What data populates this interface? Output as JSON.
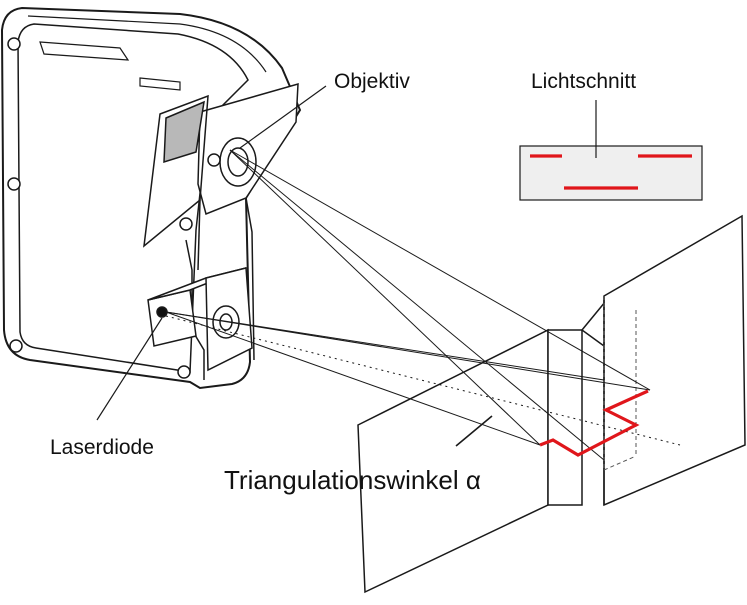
{
  "labels": {
    "objektiv": "Objektiv",
    "lichtschnitt": "Lichtschnitt",
    "laserdiode": "Laserdiode",
    "triangulation": "Triangulationswinkel α"
  },
  "colors": {
    "line": "#1a1a1a",
    "laser": "#e0161b",
    "panel_fill": "#efefef",
    "window_fill": "#b8b8b8"
  }
}
